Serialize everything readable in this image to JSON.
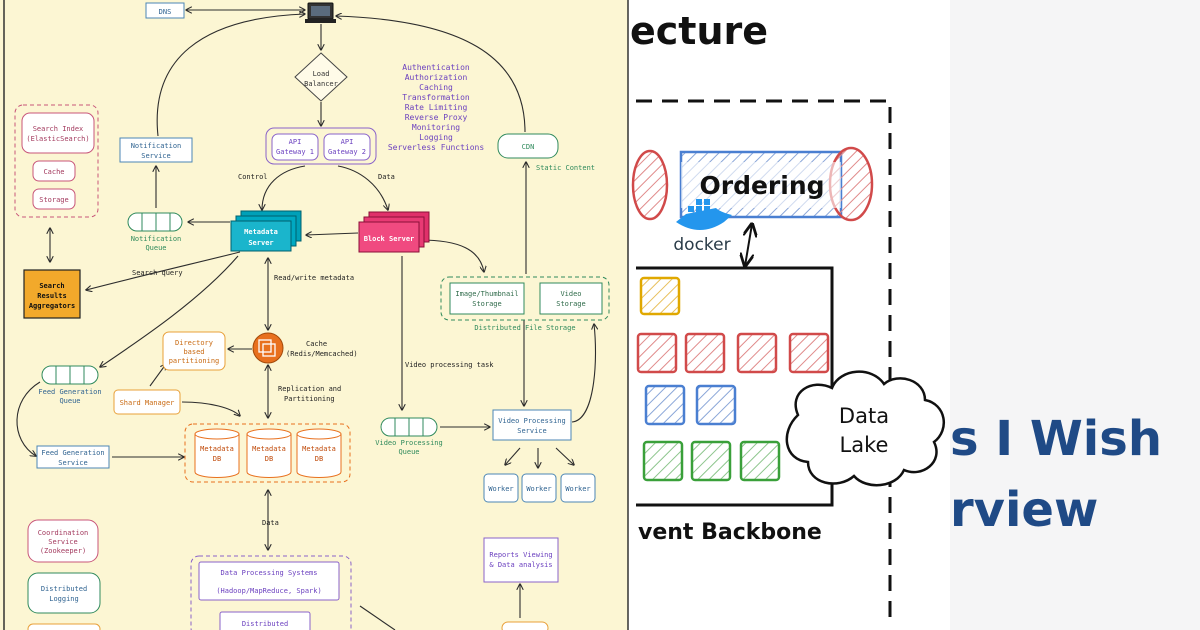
{
  "left": {
    "dns": "DNS",
    "load_balancer": [
      "Load",
      "Balancer"
    ],
    "api_gateway_1": [
      "API",
      "Gateway 1"
    ],
    "api_gateway_2": [
      "API",
      "Gateway 2"
    ],
    "gateway_features": [
      "Authentication",
      "Authorization",
      "Caching",
      "Transformation",
      "Rate Limiting",
      "Reverse Proxy",
      "Monitoring",
      "Logging",
      "Serverless Functions"
    ],
    "search_index": [
      "Search Index",
      "(ElasticSearch)"
    ],
    "cache_small": "Cache",
    "storage_small": "Storage",
    "notification_service": [
      "Notification",
      "Service"
    ],
    "notification_queue": [
      "Notification",
      "Queue"
    ],
    "metadata_server": [
      "Metadata",
      "Server"
    ],
    "block_server": "Block Server",
    "cdn": "CDN",
    "static_content": "Static Content",
    "control": "Control",
    "data_top": "Data",
    "search_query": "Search query",
    "search_results": [
      "Search",
      "Results",
      "Aggregators"
    ],
    "read_write": "Read/write metadata",
    "image_storage": [
      "Image/Thumbnail",
      "Storage"
    ],
    "video_storage": [
      "Video",
      "Storage"
    ],
    "distributed_fs": "Distributed File Storage",
    "directory_partitioning": [
      "Directory",
      "based",
      "partitioning"
    ],
    "cache_redis": [
      "Cache",
      "(Redis/Memcached)"
    ],
    "feed_queue": [
      "Feed Generation",
      "Queue"
    ],
    "video_task": "Video processing task",
    "shard_manager": "Shard Manager",
    "replication": [
      "Replication and",
      "Partitioning"
    ],
    "metadata_db": [
      "Metadata",
      "DB"
    ],
    "video_queue": [
      "Video Processing",
      "Queue"
    ],
    "video_service": [
      "Video Processing",
      "Service"
    ],
    "feed_service": [
      "Feed Generation",
      "Service"
    ],
    "worker": "Worker",
    "data_bottom": "Data",
    "coordination": [
      "Coordination",
      "Service",
      "(Zookeeper)"
    ],
    "distributed_logging": [
      "Distributed",
      "Logging"
    ],
    "data_processing": [
      "Data Processing Systems",
      "(Hadoop/MapReduce, Spark)"
    ],
    "distributed_bottom": "Distributed",
    "reports": [
      "Reports Viewing",
      "& Data analysis"
    ]
  },
  "right": {
    "heading_fragment": "ecture",
    "ordering": "Ordering",
    "docker": "docker",
    "data_lake": [
      "Data",
      "Lake"
    ],
    "event_backbone": "vent Backbone",
    "title_line1": "s I Wish",
    "title_line2": "rview"
  }
}
